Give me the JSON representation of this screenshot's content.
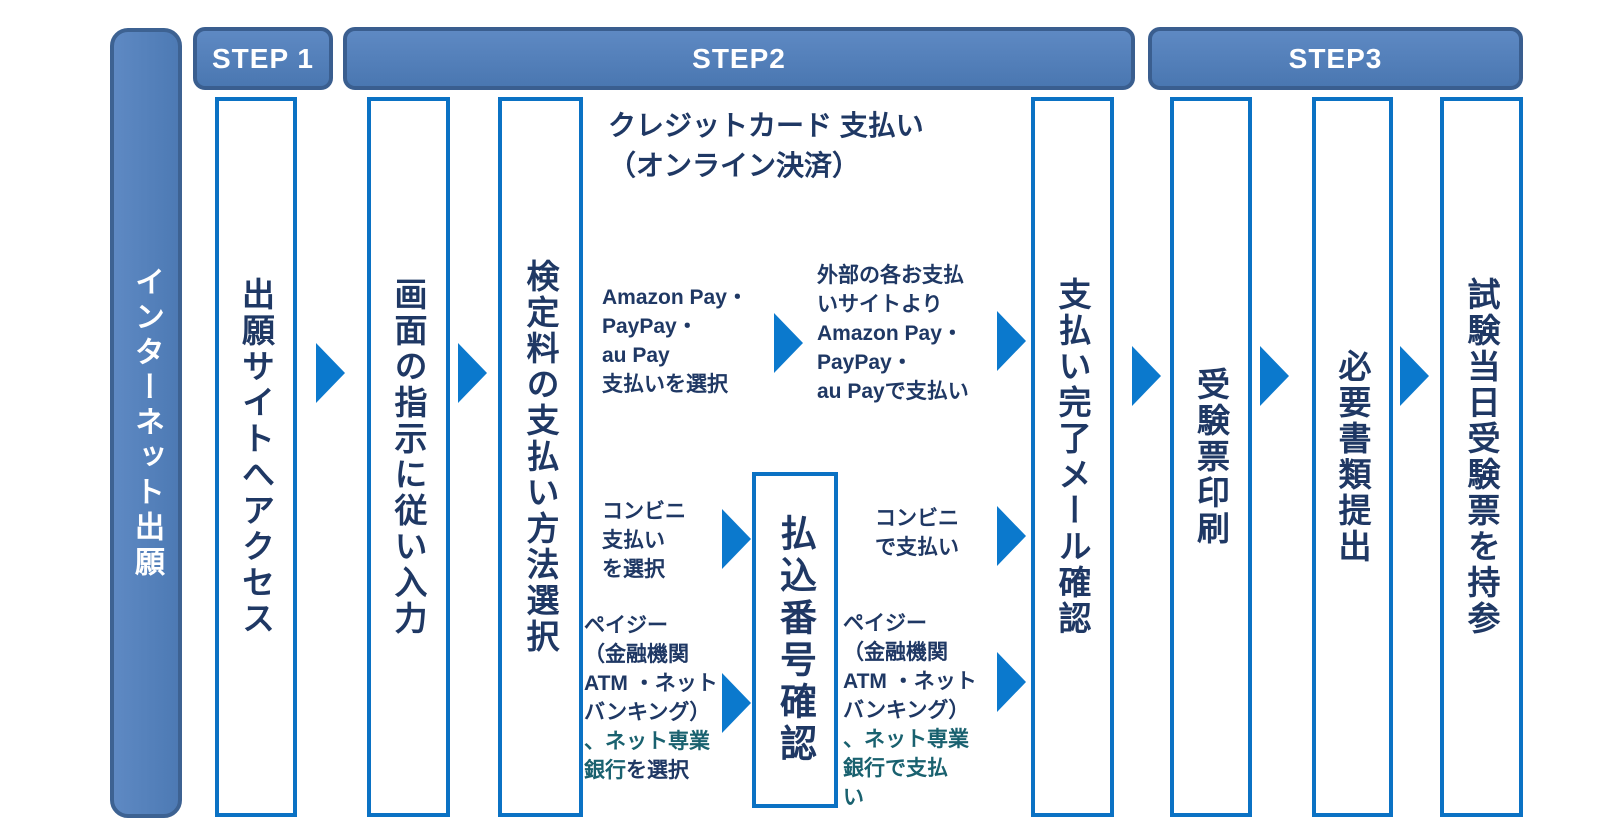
{
  "diagram": {
    "title_sidebar": "インターネット出願",
    "steps": [
      {
        "label": "STEP 1"
      },
      {
        "label": "STEP2"
      },
      {
        "label": "STEP3"
      }
    ],
    "boxes": [
      {
        "label": "出願サイトへアクセス"
      },
      {
        "label": "画面の指示に従い入力"
      },
      {
        "label": "検定料の支払い方法選択"
      },
      {
        "label": "払込番号確認"
      },
      {
        "label": "支払い完了メール確認"
      },
      {
        "label": "受験票印刷"
      },
      {
        "label": "必要書類提出"
      },
      {
        "label": "試験当日受験票を持参"
      }
    ],
    "annotations": {
      "credit_card": {
        "line1": "クレジットカード 支払い",
        "line2": "（オンライン決済）"
      },
      "amazon_select": {
        "lines": [
          "Amazon Pay・",
          "PayPay・",
          "au Pay",
          "支払いを選択"
        ]
      },
      "external_pay": {
        "lines": [
          "外部の各お支払",
          "いサイトより",
          "Amazon Pay・",
          "PayPay・",
          "au Payで支払い"
        ]
      },
      "conv_select": {
        "lines": [
          "コンビニ",
          "支払い",
          "を選択"
        ]
      },
      "conv_pay": {
        "lines": [
          "コンビニ",
          "で支払い"
        ]
      },
      "payeasy_select": {
        "navy_lines": [
          "ペイジー",
          "（金融機関",
          "ATM ・ネット",
          "バンキング）"
        ],
        "teal_line": "、ネット専業",
        "mixed_teal": "銀行",
        "mixed_navy": "を選択"
      },
      "payeasy_pay": {
        "navy_lines": [
          "ペイジー",
          "（金融機関",
          "ATM ・ネット",
          "バンキング）"
        ],
        "teal_lines": [
          "、ネット専業",
          "銀行で支払",
          "い"
        ]
      }
    },
    "colors": {
      "box_border_blue": "#0b72c4",
      "arrow_blue": "#0b79cd",
      "header_fill": "#4e7db9",
      "header_border": "#3a5e8f",
      "text_navy": "#1f3864",
      "text_teal": "#19616f"
    }
  }
}
